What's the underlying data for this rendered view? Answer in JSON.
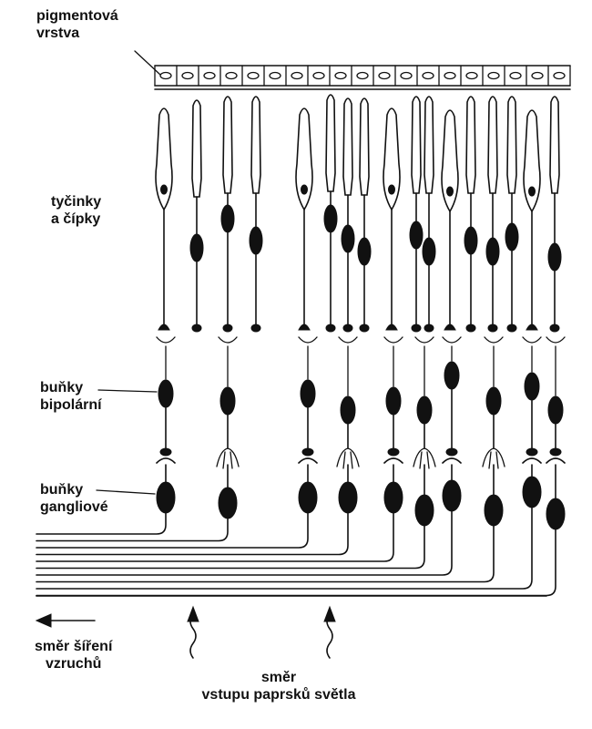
{
  "labels": {
    "pigment": [
      "pigmentová",
      "vrstva"
    ],
    "receptors": [
      "tyčinky",
      "a čípky"
    ],
    "bipolar": [
      "buňky",
      "bipolární"
    ],
    "ganglion": [
      "buňky",
      "gangliové"
    ],
    "impulse": [
      "směr šíření",
      "vzruchů"
    ],
    "light": [
      "směr",
      "vstupu paprsků světla"
    ]
  },
  "colors": {
    "ink": "#111111",
    "paper": "#ffffff"
  }
}
